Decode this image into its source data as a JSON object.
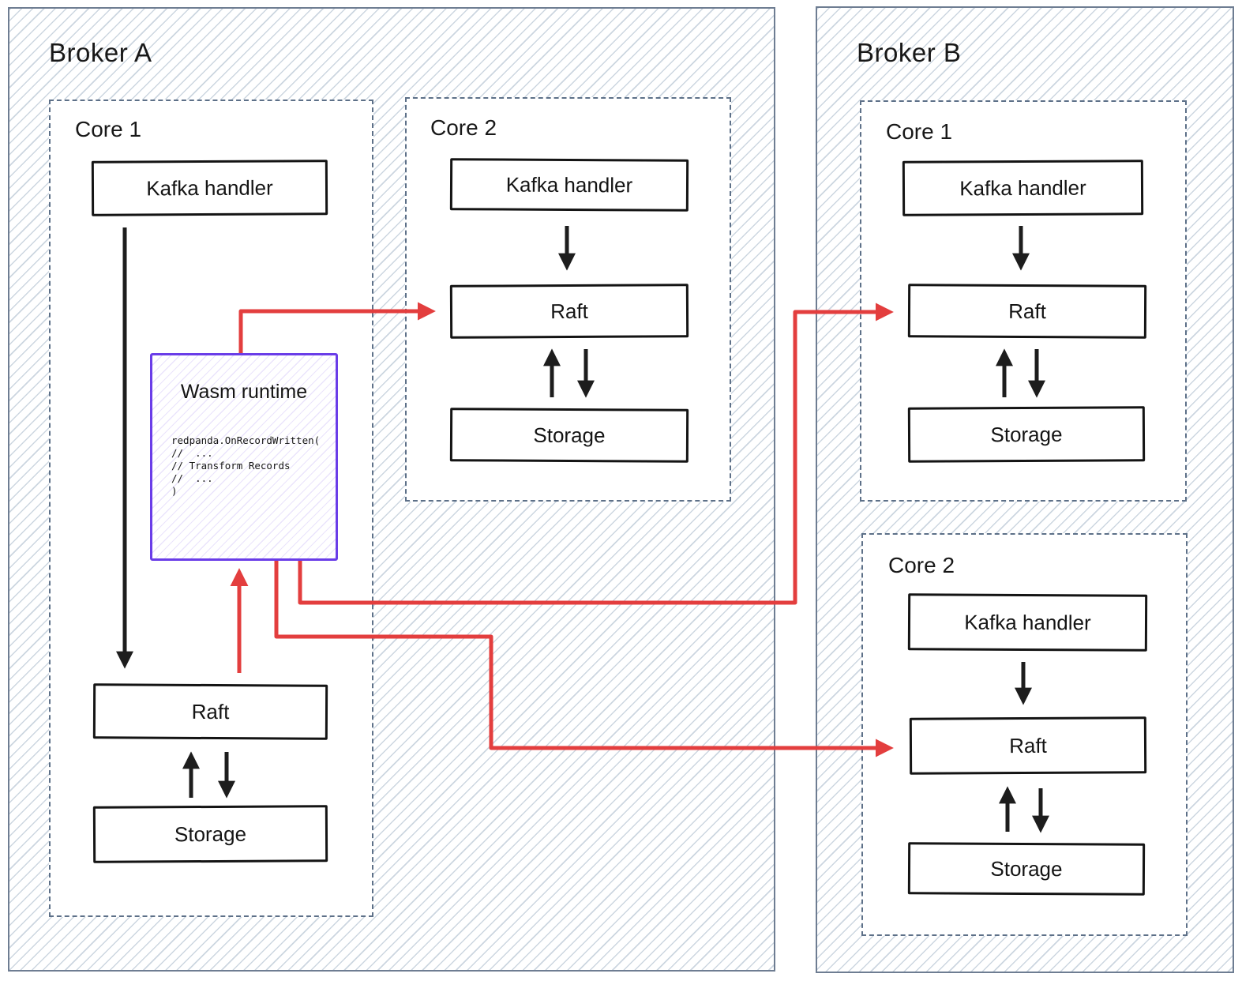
{
  "colors": {
    "accent_red": "#e33e3e",
    "wasm_purple": "#6a3de8",
    "frame_slate": "#6e7d92",
    "dashed_slate": "#5d7088",
    "hatch_blue": "#ccd6e0",
    "ink_black": "#1d1d1d"
  },
  "broker_a": {
    "label": "Broker A",
    "core1": {
      "label": "Core 1",
      "kafka_label": "Kafka handler",
      "wasm": {
        "title": "Wasm runtime",
        "code": "redpanda.OnRecordWritten(\n//  ...\n// Transform Records\n//  ...\n)"
      },
      "raft_label": "Raft",
      "storage_label": "Storage"
    },
    "core2": {
      "label": "Core 2",
      "kafka_label": "Kafka handler",
      "raft_label": "Raft",
      "storage_label": "Storage"
    }
  },
  "broker_b": {
    "label": "Broker B",
    "core1": {
      "label": "Core 1",
      "kafka_label": "Kafka handler",
      "raft_label": "Raft",
      "storage_label": "Storage"
    },
    "core2": {
      "label": "Core 2",
      "kafka_label": "Kafka handler",
      "raft_label": "Raft",
      "storage_label": "Storage"
    }
  }
}
